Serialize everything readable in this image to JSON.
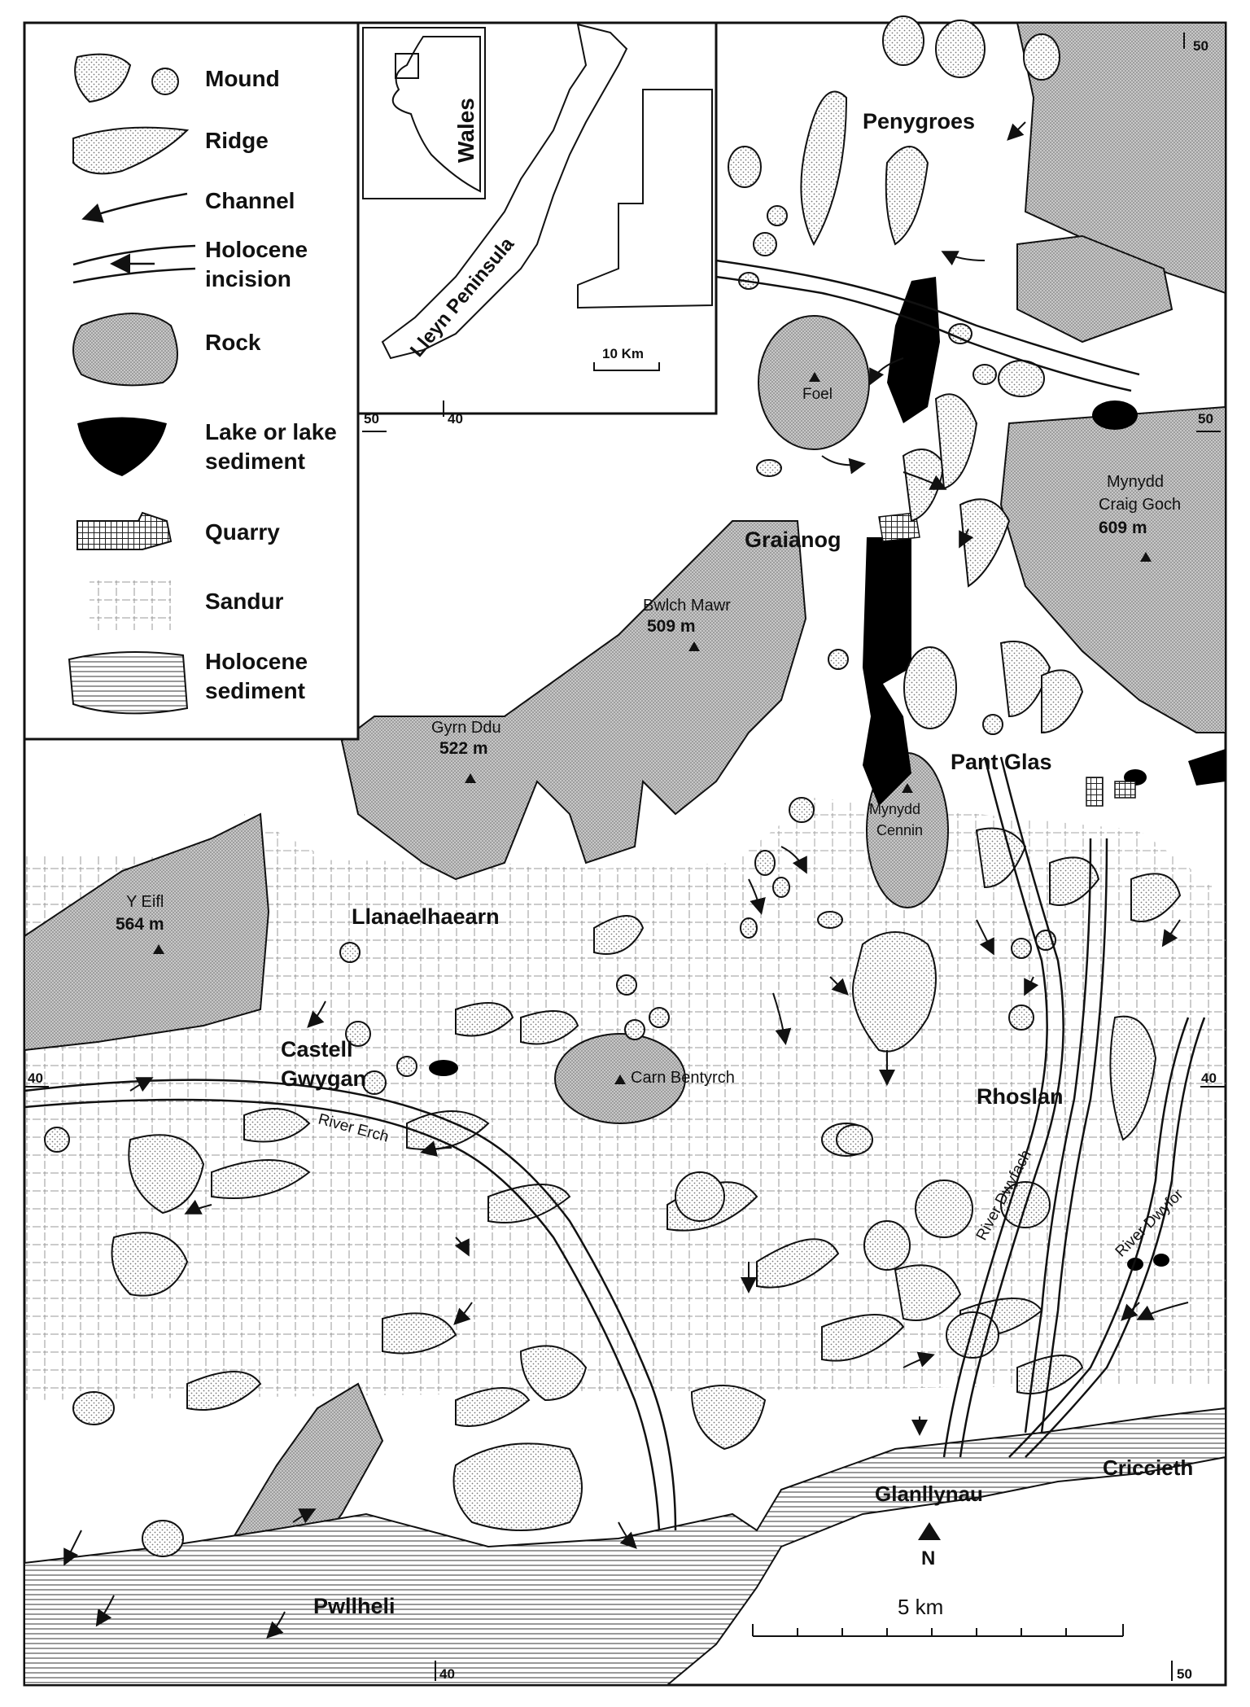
{
  "legend": {
    "mound": "Mound",
    "ridge": "Ridge",
    "channel": "Channel",
    "holocene_incision_line1": "Holocene",
    "holocene_incision_line2": "incision",
    "rock": "Rock",
    "lake_line1": "Lake or lake",
    "lake_line2": "sediment",
    "quarry": "Quarry",
    "sandur": "Sandur",
    "holocene_sediment_line1": "Holocene",
    "holocene_sediment_line2": "sediment"
  },
  "inset": {
    "wales": "Wales",
    "lleyn": "Lleyn Peninsula",
    "scale": "10 Km"
  },
  "grid": {
    "top_right": "50",
    "left_50": "50",
    "left_40_top": "40",
    "right_50": "50",
    "left_40": "40",
    "right_40": "40",
    "bottom_40": "40",
    "bottom_50": "50"
  },
  "places": {
    "penygroes": "Penygroes",
    "foel": "Foel",
    "mynydd_craig_goch_1": "Mynydd",
    "mynydd_craig_goch_2": "Craig Goch",
    "mynydd_craig_goch_3": "609 m",
    "graianog": "Graianog",
    "bwlch_mawr_1": "Bwlch Mawr",
    "bwlch_mawr_2": "509 m",
    "gyrn_ddu_1": "Gyrn Ddu",
    "gyrn_ddu_2": "522 m",
    "pant_glas": "Pant Glas",
    "mynydd_cennin_1": "Mynydd",
    "mynydd_cennin_2": "Cennin",
    "y_eifl_1": "Y Eifl",
    "y_eifl_2": "564 m",
    "llanaelhaearn": "Llanaelhaearn",
    "castell_1": "Castell",
    "castell_2": "Gwygan",
    "carn_bentyrch": "Carn Bentyrch",
    "rhoslan": "Rhoslan",
    "river_erch": "River Erch",
    "river_dwyfach": "River Dwyfach",
    "river_dwyfor": "River Dwyfor",
    "criccieth": "Criccieth",
    "glanllynau": "Glanllynau",
    "pwllheli": "Pwllheli",
    "north": "N",
    "scale": "5 km"
  }
}
